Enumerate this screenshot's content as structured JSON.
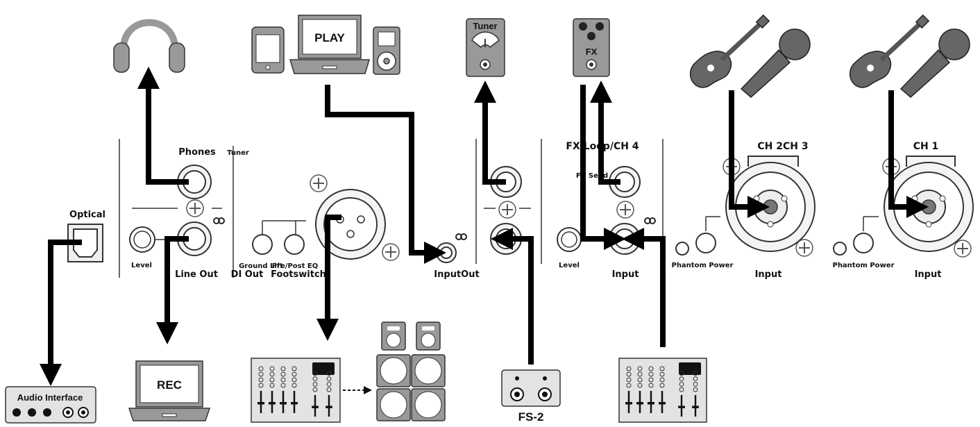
{
  "labels": {
    "phones": "Phones",
    "tuner_jack": "Tuner",
    "optical": "Optical",
    "level_left": "Level",
    "line_out": "Line Out",
    "di_out": "DI Out",
    "ground_lift": "Ground Lift",
    "pre_post_eq": "Pre/Post EQ",
    "footswitch": "Footswitch",
    "input_out": "InputOut",
    "fx_loop": "FX Loop/CH 4",
    "fx_send": "FX Send",
    "level_right": "Level",
    "input_ch4": "Input",
    "ch2ch3": "CH 2CH 3",
    "phantom_power_a": "Phantom Power",
    "input_ch23": "Input",
    "ch1": "CH 1",
    "phantom_power_b": "Phantom Power",
    "input_ch1": "Input"
  },
  "devices": {
    "play": "PLAY",
    "tuner_pedal": "Tuner",
    "fx_pedal": "FX",
    "audio_interface": "Audio Interface",
    "rec": "REC",
    "fs2": "FS-2"
  }
}
